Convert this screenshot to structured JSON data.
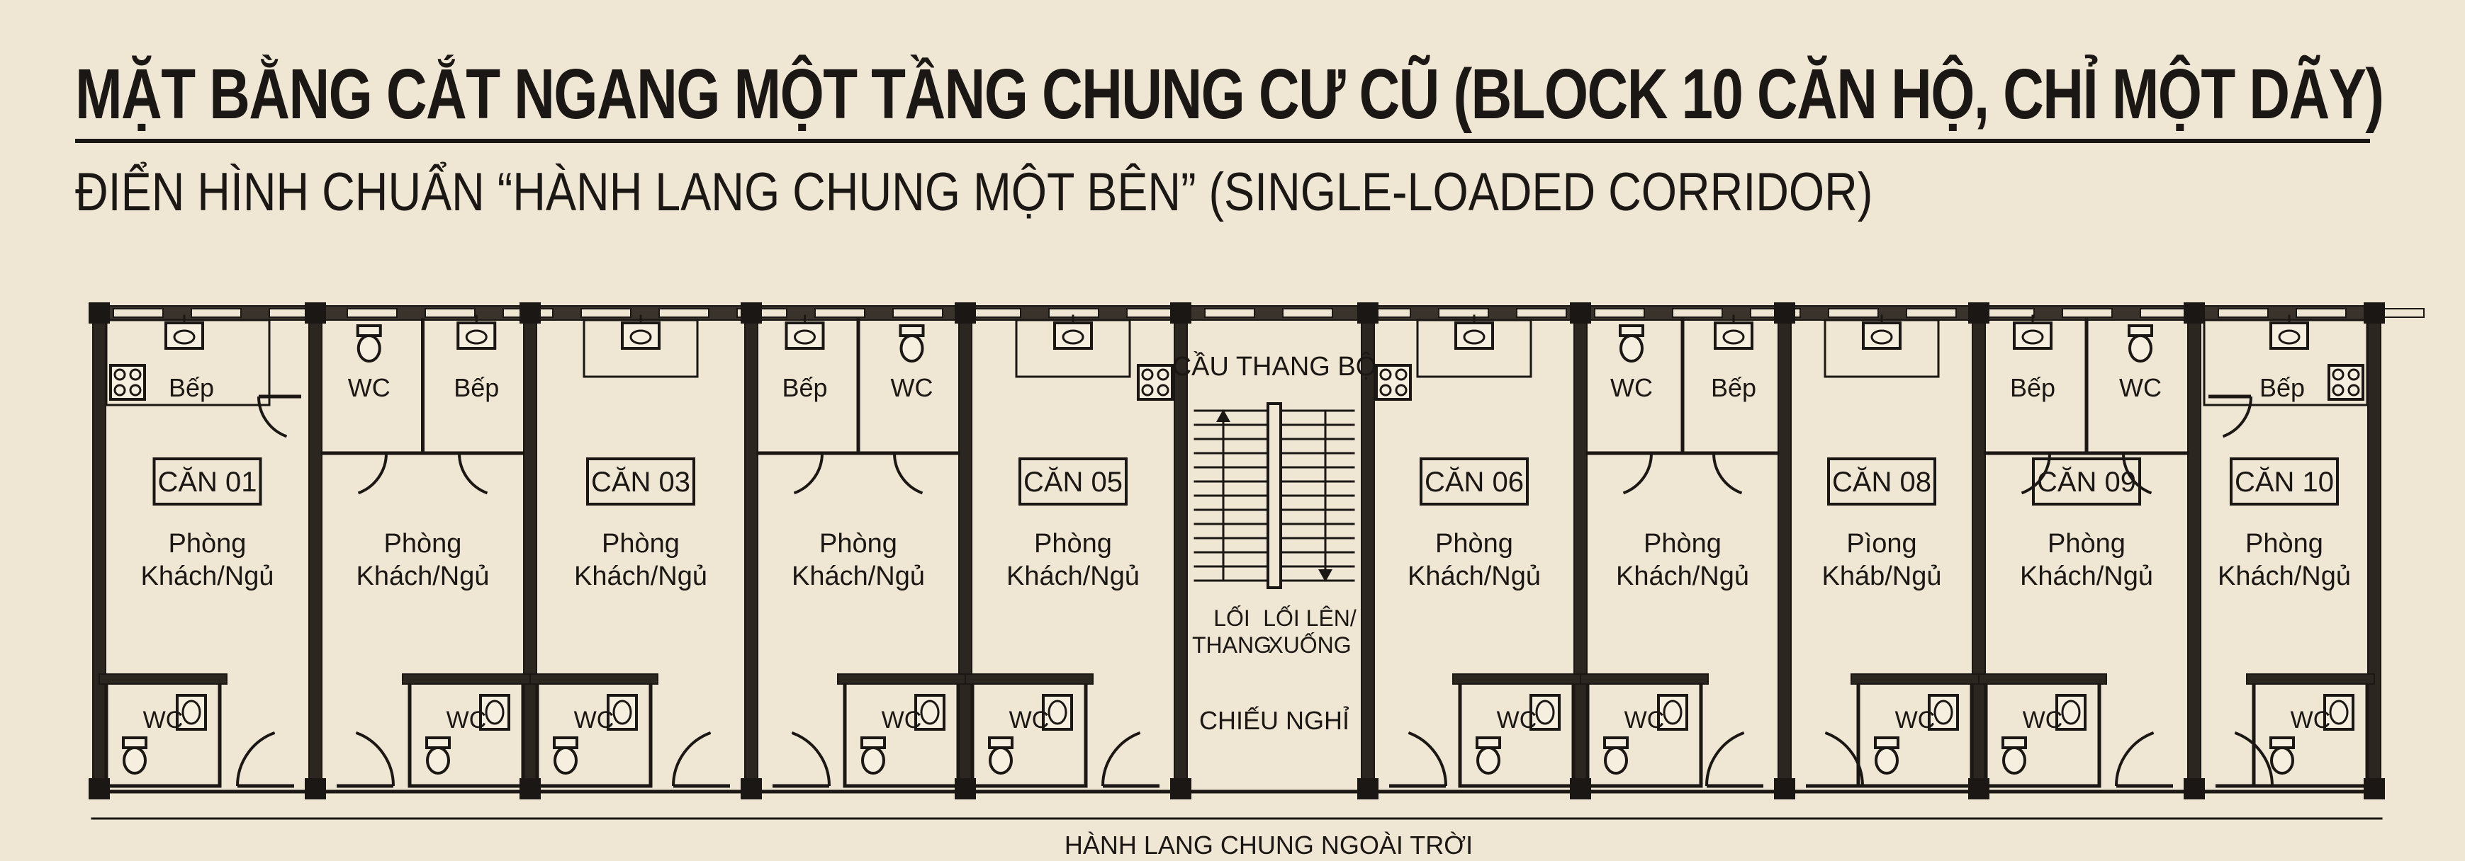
{
  "title": "MẶT BẰNG CẮT NGANG MỘT TẦNG CHUNG CƯ CŨ (BLOCK 10 CĂN HỘ, CHỈ MỘT DÃY)",
  "subtitle": "ĐIỂN HÌNH CHUẨN “HÀNH LANG CHUNG MỘT BÊN” (SINGLE-LOADED CORRIDOR)",
  "units": [
    {
      "name": "CĂN 01",
      "room_line1": "Phòng",
      "room_line2": "Khách/Ngủ",
      "top_rooms": [
        "Bếp"
      ],
      "wc_label": "WC"
    },
    {
      "name": "",
      "room_line1": "Phòng",
      "room_line2": "Khách/Ngủ",
      "top_rooms": [
        "WC",
        "Bếp"
      ],
      "wc_label": "WC"
    },
    {
      "name": "CĂN 03",
      "room_line1": "Phòng",
      "room_line2": "Khách/Ngủ",
      "top_rooms": [],
      "wc_label": "WC"
    },
    {
      "name": "",
      "room_line1": "Phòng",
      "room_line2": "Khách/Ngủ",
      "top_rooms": [
        "Bếp",
        "WC"
      ],
      "wc_label": "WC"
    },
    {
      "name": "CĂN 05",
      "room_line1": "Phòng",
      "room_line2": "Khách/Ngủ",
      "top_rooms": [],
      "wc_label": "WC"
    },
    {
      "name": "CĂN 06",
      "room_line1": "Phòng",
      "room_line2": "Khách/Ngủ",
      "top_rooms": [],
      "wc_label": "WC"
    },
    {
      "name": "",
      "room_line1": "Phòng",
      "room_line2": "Khách/Ngủ",
      "top_rooms": [
        "WC",
        "Bếp"
      ],
      "wc_label": "WC"
    },
    {
      "name": "CĂN 08",
      "room_line1": "Pìong",
      "room_line2": "Kháb/Ngủ",
      "top_rooms": [],
      "wc_label": "WC"
    },
    {
      "name": "CĂN 09",
      "room_line1": "Phòng",
      "room_line2": "Khách/Ngủ",
      "top_rooms": [
        "Bếp",
        "WC"
      ],
      "wc_label": "WC"
    },
    {
      "name": "CĂN 10",
      "room_line1": "Phòng",
      "room_line2": "Khách/Ngủ",
      "top_rooms": [
        "Bếp"
      ],
      "wc_label": "WC"
    }
  ],
  "stair": {
    "title": "CẦU THANG BỘ",
    "left_label_1": "LỐI",
    "left_label_2": "THANG",
    "right_label_1": "LỐI LÊN/",
    "right_label_2": "XUỐNG",
    "landing": "CHIẾU NGHỈ"
  },
  "corridor_label": "HÀNH LANG CHUNG NGOÀI TRỜI"
}
